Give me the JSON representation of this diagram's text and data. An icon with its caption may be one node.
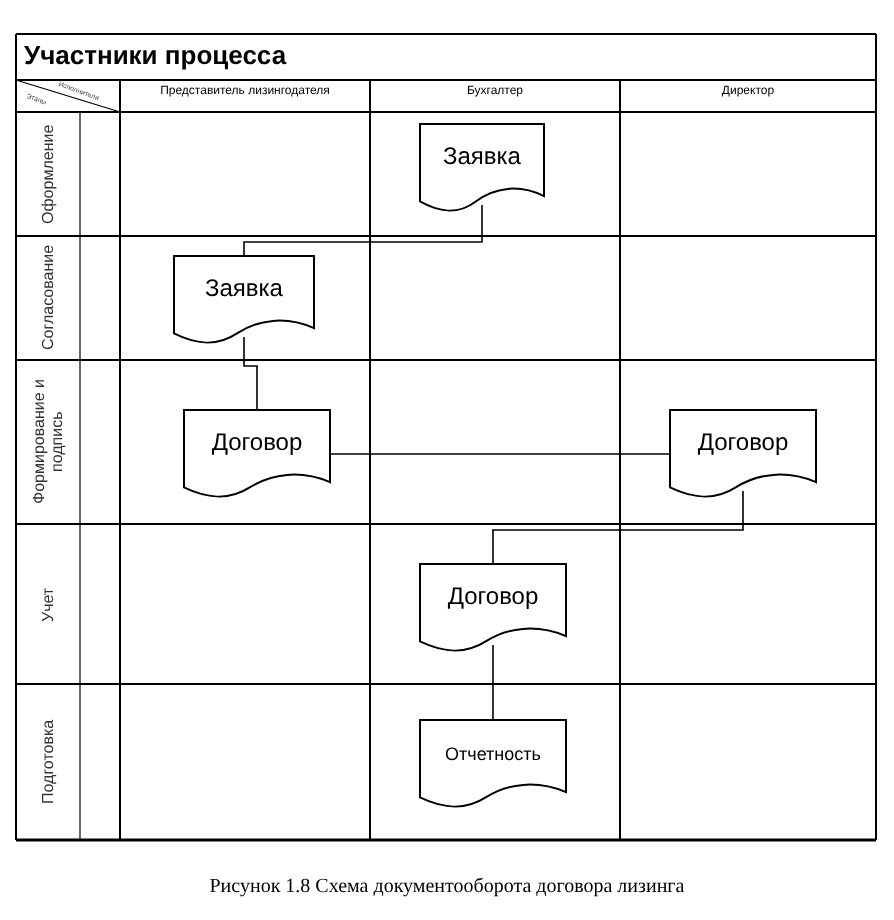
{
  "diagram": {
    "title": "Участники процесса",
    "caption": "Рисунок 1.8 Схема документооборота договора лизинга",
    "nodes": [
      {
        "text": [
          "Заявка"
        ]
      },
      {
        "text": [
          "Заявка"
        ]
      },
      {
        "text": [
          "Договор"
        ]
      },
      {
        "text": [
          "Договор"
        ]
      },
      {
        "text": [
          "Договор"
        ]
      },
      {
        "text": [
          "Отчетность"
        ]
      }
    ],
    "edges": [
      {
        "from": 0,
        "to": 1,
        "arrow": "none"
      },
      {
        "from": 1,
        "to": 2,
        "arrow": "none"
      },
      {
        "from": 2,
        "to": 3,
        "arrow": "none"
      },
      {
        "from": 3,
        "to": 4,
        "arrow": "none"
      },
      {
        "from": 4,
        "to": 5,
        "arrow": "none"
      }
    ],
    "labels": [
      "Исполнители",
      "Этапы",
      "Представитель лизингодателя",
      "Бухгалтер",
      "Директор",
      "Оформление",
      "Согласование",
      "Формирование и подпись",
      "Учет",
      "Подготовка"
    ]
  }
}
